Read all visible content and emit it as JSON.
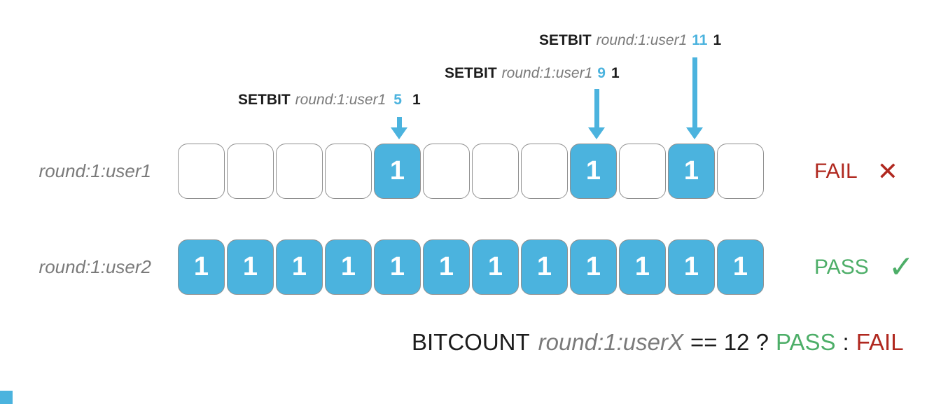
{
  "annotations": [
    {
      "command": "SETBIT",
      "key": "round:1:user1",
      "bit": "5",
      "value": "1"
    },
    {
      "command": "SETBIT",
      "key": "round:1:user1",
      "bit": "9",
      "value": "1"
    },
    {
      "command": "SETBIT",
      "key": "round:1:user1",
      "bit": "11",
      "value": "1"
    }
  ],
  "rows": [
    {
      "label": "round:1:user1",
      "bits": [
        0,
        0,
        0,
        0,
        1,
        0,
        0,
        0,
        1,
        0,
        1,
        0
      ],
      "status": "FAIL",
      "status_icon": "✕"
    },
    {
      "label": "round:1:user2",
      "bits": [
        1,
        1,
        1,
        1,
        1,
        1,
        1,
        1,
        1,
        1,
        1,
        1
      ],
      "status": "PASS",
      "status_icon": "✓"
    }
  ],
  "cell_value_label": "1",
  "formula": {
    "command": "BITCOUNT",
    "key": "round:1:userX",
    "comparison": "== 12 ?",
    "pass_label": "PASS",
    "colon": ":",
    "fail_label": "FAIL"
  },
  "colors": {
    "bit_blue": "#4bb3de",
    "text_gray": "#7a7a7a",
    "text_black": "#1c1c1c",
    "fail_red": "#b0281f",
    "pass_green": "#4dae68",
    "cell_border": "#909090"
  }
}
